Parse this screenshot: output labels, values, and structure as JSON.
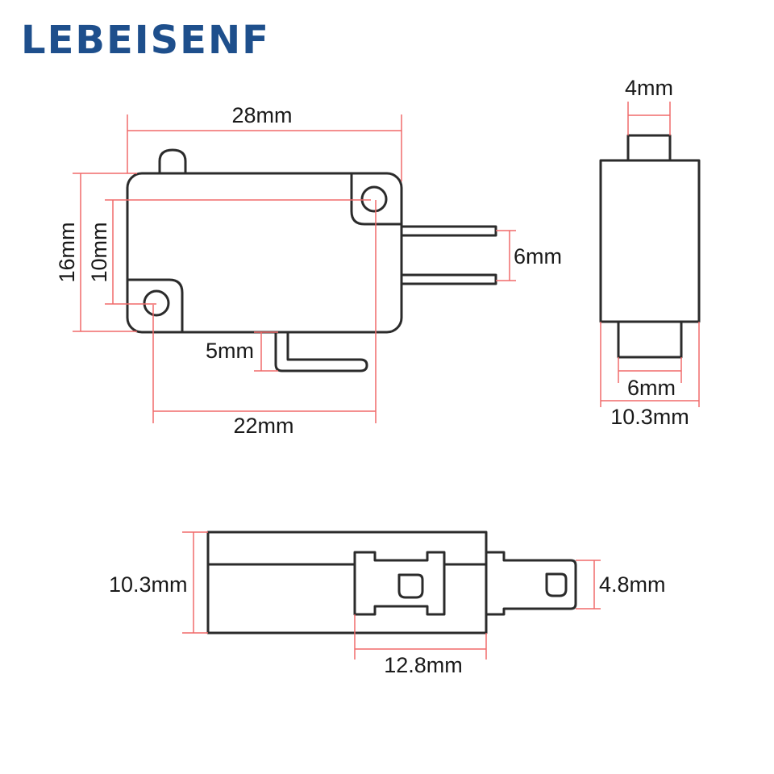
{
  "brand": {
    "name": "LEBEISENF",
    "color": "#1e4f8c"
  },
  "colors": {
    "outline": "#2b2b2b",
    "dimension_line": "#f06a6a"
  },
  "dimensions": {
    "overall_length": "28mm",
    "overall_height": "16mm",
    "hole_spacing_vertical": "10mm",
    "hole_spacing_horizontal": "22mm",
    "terminal_spacing": "6mm",
    "lever_offset": "5mm",
    "plunger_width": "4mm",
    "bottom_terminal_width": "6mm",
    "side_width": "10.3mm",
    "body_thickness": "10.3mm",
    "terminal_length": "12.8mm",
    "terminal_width": "4.8mm"
  }
}
